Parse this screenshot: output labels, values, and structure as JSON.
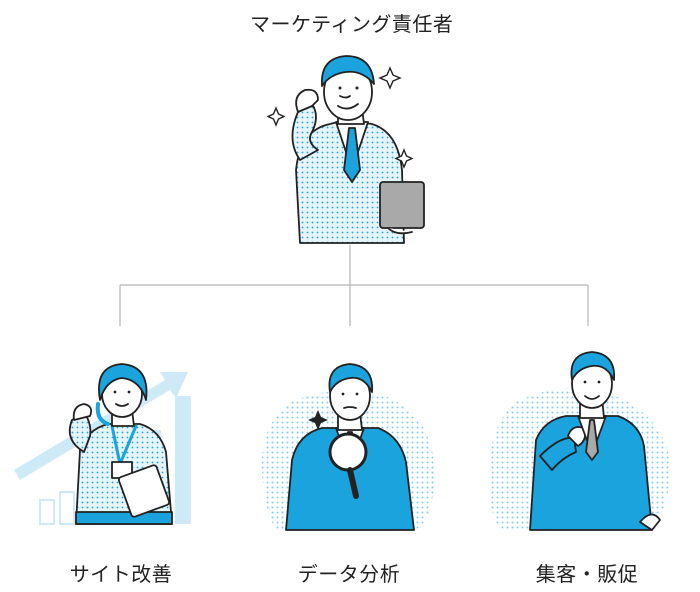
{
  "diagram": {
    "root": {
      "label": "マーケティング責任者"
    },
    "children": [
      {
        "label": "サイト改善"
      },
      {
        "label": "データ分析"
      },
      {
        "label": "集客・販促"
      }
    ]
  },
  "colors": {
    "accent": "#1aa3dd",
    "accent_light": "#cfeaf7",
    "line": "#b5b5b5",
    "ink": "#222222",
    "tablet": "#a9a9a9"
  },
  "icons": [
    "sparkle-icon",
    "magnifier-icon",
    "tablet-icon",
    "growth-arrow-icon"
  ]
}
